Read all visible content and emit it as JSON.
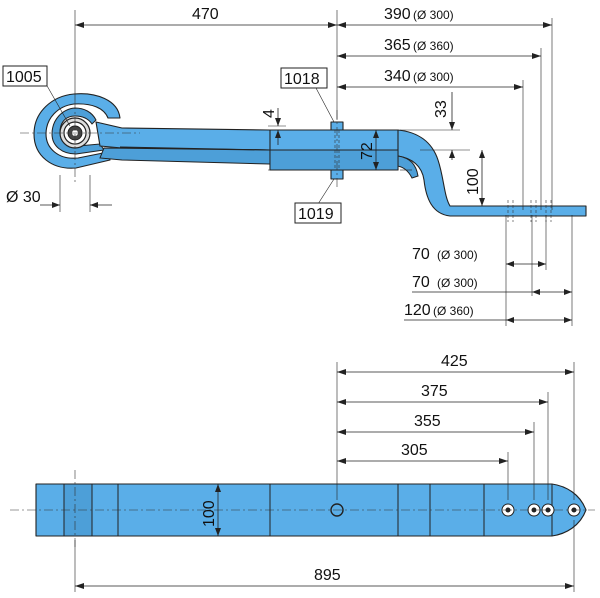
{
  "side_view": {
    "dim_470": "470",
    "dim_390": "390",
    "dim_390_note": "(Ø 300)",
    "dim_365": "365",
    "dim_365_note": "(Ø 360)",
    "dim_340": "340",
    "dim_340_note": "(Ø 300)",
    "dim_4": "4",
    "dim_33": "33",
    "dim_72": "72",
    "dim_100": "100",
    "dim_30": "Ø 30",
    "dim_70a": "70",
    "dim_70a_note": "(Ø 300)",
    "dim_70b": "70",
    "dim_70b_note": "(Ø 300)",
    "dim_120": "120",
    "dim_120_note": "(Ø 360)",
    "label_1005": "1005",
    "label_1018": "1018",
    "label_1019": "1019"
  },
  "plan_view": {
    "dim_425": "425",
    "dim_375": "375",
    "dim_355": "355",
    "dim_305": "305",
    "dim_100": "100",
    "dim_895": "895"
  },
  "colors": {
    "spring": "#5aaee8",
    "line": "#222222"
  }
}
